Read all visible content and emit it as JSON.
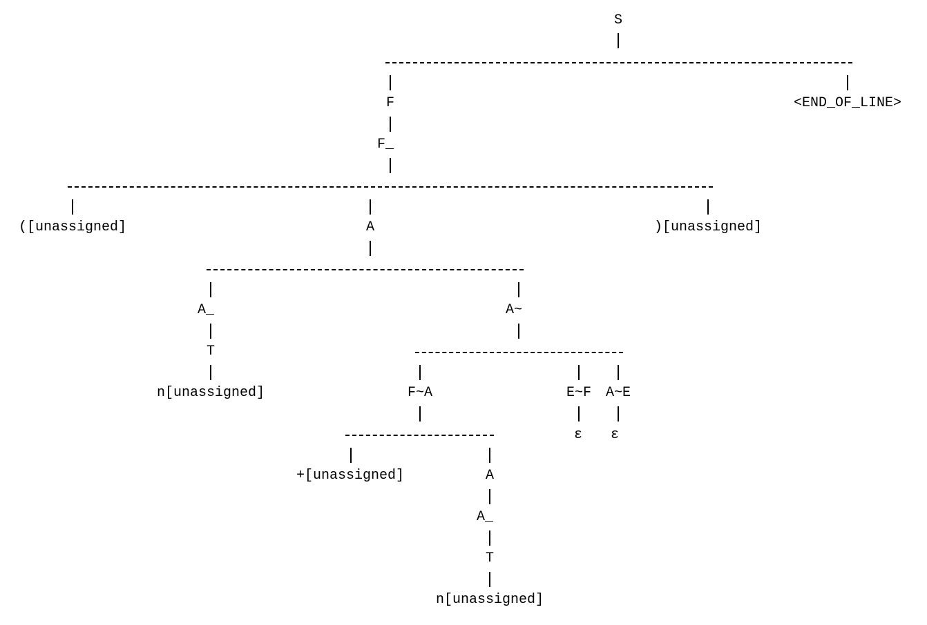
{
  "tree": {
    "nodes": {
      "s": "S",
      "end_of_line": "<END_OF_LINE>",
      "f": "F",
      "f_": "F_",
      "lparen": "([unassigned]",
      "a": "A",
      "rparen": ")[unassigned]",
      "a_left": "A_",
      "t_left": "T",
      "n_left": "n[unassigned]",
      "a_tilde": "A~",
      "f_tilde_a": "F~A",
      "e_tilde_f": "E~F",
      "a_tilde_e": "A~E",
      "eps_1": "ε",
      "eps_2": "ε",
      "plus": "+[unassigned]",
      "a_inner": "A",
      "a_inner_": "A_",
      "t_inner": "T",
      "n_inner": "n[unassigned]"
    }
  }
}
